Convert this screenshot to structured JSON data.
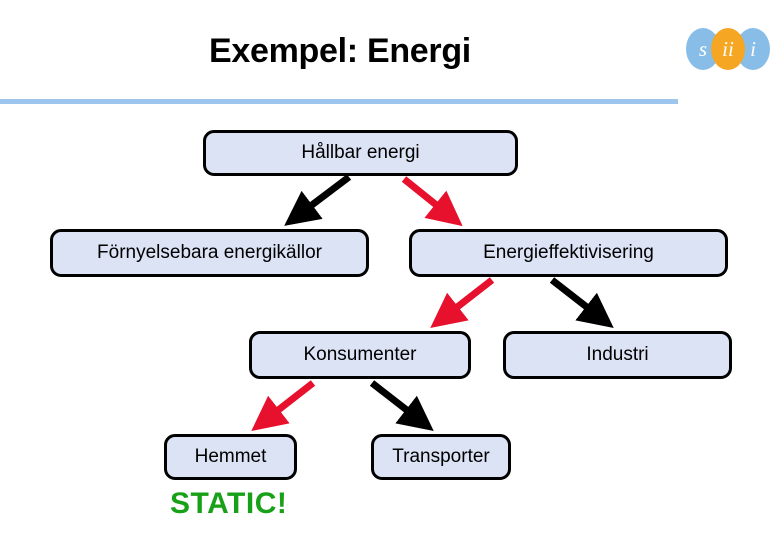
{
  "slide": {
    "title": "Exempel: Energi",
    "static_label": "STATIC!",
    "accent_rule_color": "#9dc6ef",
    "node_fill_color": "#dce3f5",
    "node_border_color": "#000000",
    "static_label_color": "#18a018"
  },
  "logo": {
    "letters": [
      "s",
      "ii",
      "i"
    ],
    "colors": [
      "#88bde8",
      "#f5a623",
      "#88bde8"
    ]
  },
  "diagram": {
    "nodes": [
      {
        "id": "hallbar",
        "label": "Hållbar energi"
      },
      {
        "id": "fornyelse",
        "label": "Förnyelsebara energikällor"
      },
      {
        "id": "energieff",
        "label": "Energieffektivisering"
      },
      {
        "id": "konsumenter",
        "label": "Konsumenter"
      },
      {
        "id": "industri",
        "label": "Industri"
      },
      {
        "id": "hemmet",
        "label": "Hemmet"
      },
      {
        "id": "transporter",
        "label": "Transporter"
      }
    ],
    "edges": [
      {
        "from": "hallbar",
        "to": "fornyelse",
        "color": "#000000",
        "direction": "down-left"
      },
      {
        "from": "hallbar",
        "to": "energieff",
        "color": "#e8112d",
        "direction": "down-right"
      },
      {
        "from": "energieff",
        "to": "konsumenter",
        "color": "#e8112d",
        "direction": "down-left"
      },
      {
        "from": "energieff",
        "to": "industri",
        "color": "#000000",
        "direction": "down-right"
      },
      {
        "from": "konsumenter",
        "to": "hemmet",
        "color": "#e8112d",
        "direction": "down-left"
      },
      {
        "from": "konsumenter",
        "to": "transporter",
        "color": "#000000",
        "direction": "down-right"
      }
    ]
  }
}
